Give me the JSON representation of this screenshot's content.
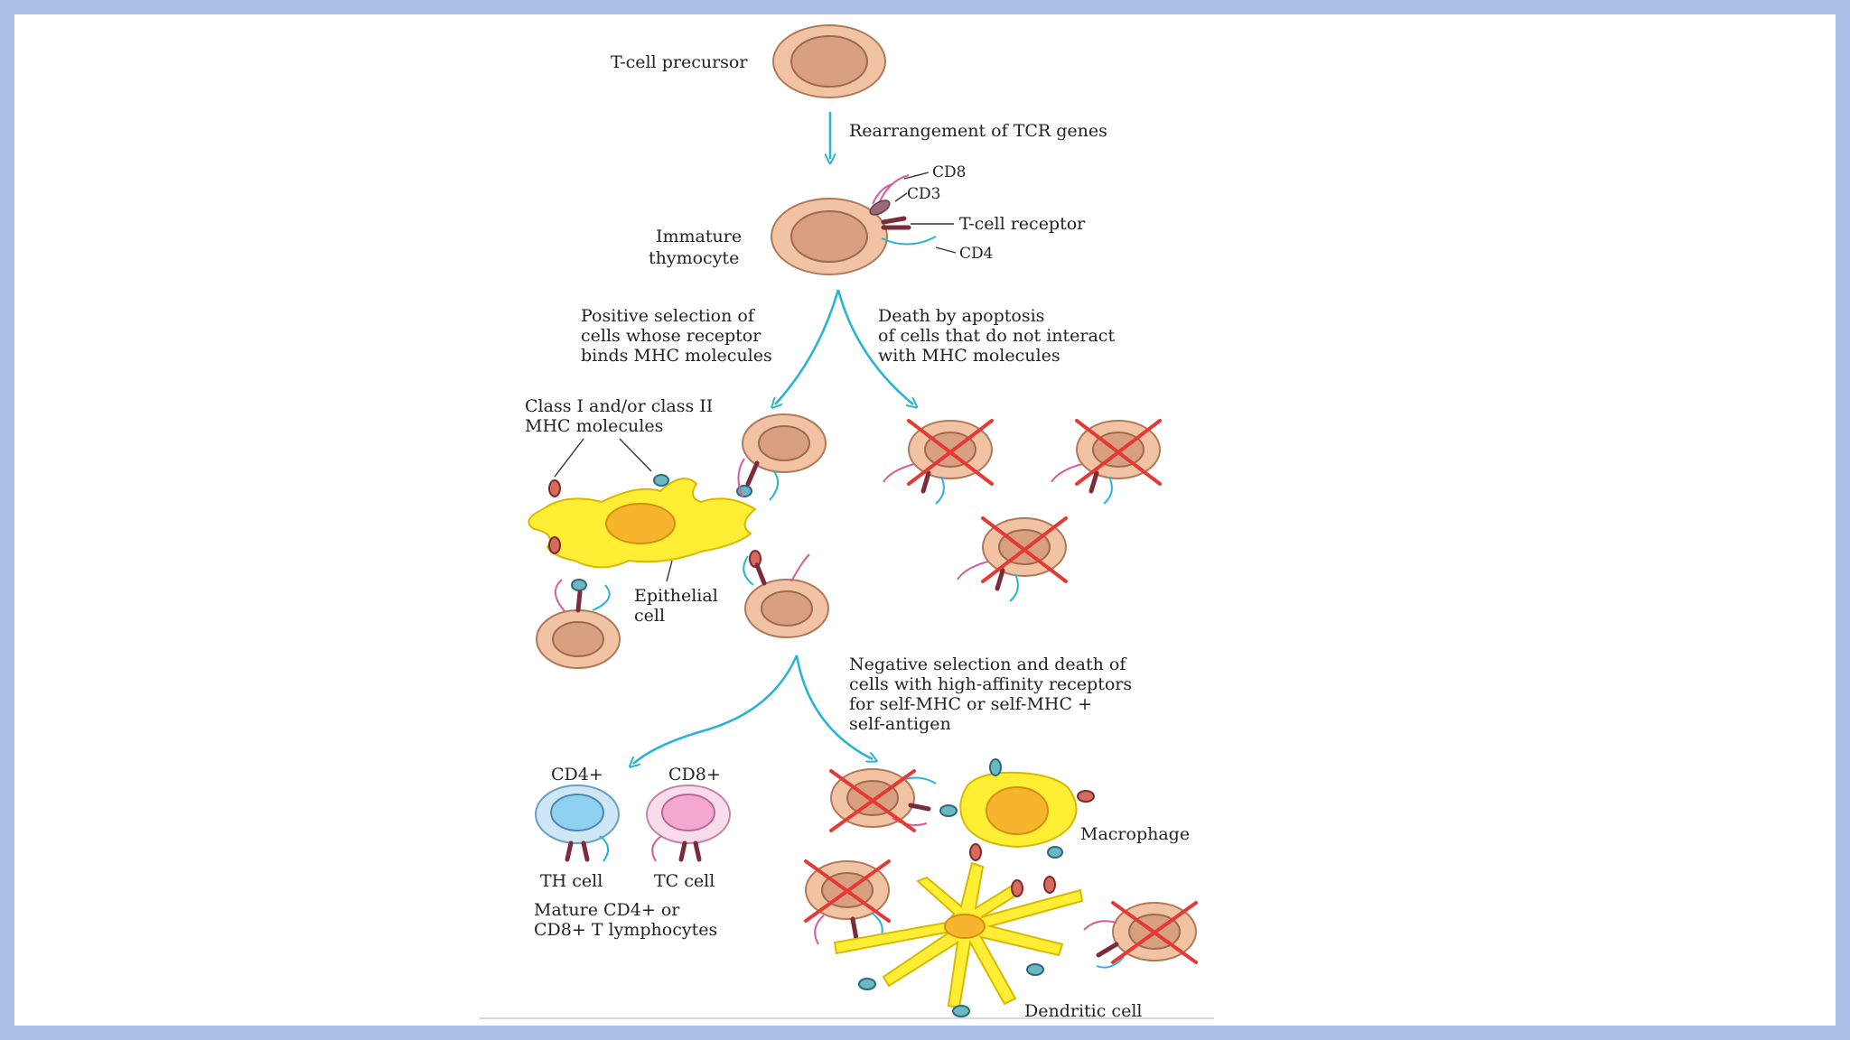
{
  "labels": {
    "precursor": "T-cell precursor",
    "rearrangement": "Rearrangement of TCR genes",
    "cd8": "CD8",
    "cd3": "CD3",
    "tcr": "T-cell receptor",
    "cd4": "CD4",
    "immature_1": "Immature",
    "immature_2": "thymocyte",
    "positive_1": "Positive selection of",
    "positive_2": "cells whose receptor",
    "positive_3": "binds MHC molecules",
    "death_1": "Death by apoptosis",
    "death_2": "of cells that do not interact",
    "death_3": "with MHC molecules",
    "mhc_1": "Class I and/or class II",
    "mhc_2": "MHC molecules",
    "epithelial_1": "Epithelial",
    "epithelial_2": "cell",
    "negative_1": "Negative selection and death of",
    "negative_2": "cells with high-affinity receptors",
    "negative_3": "for self-MHC or self-MHC +",
    "negative_4": "self-antigen",
    "cd4_plus": "CD4+",
    "cd8_plus": "CD8+",
    "th_cell": "TH cell",
    "tc_cell": "TC cell",
    "mature_1": "Mature CD4+ or",
    "mature_2": "CD8+ T lymphocytes",
    "macrophage": "Macrophage",
    "dendritic": "Dendritic cell"
  },
  "colors": {
    "arrow": "#2ab3d6",
    "cell": "#f2c3a3",
    "x_mark": "#e53935",
    "apc_yellow": "#ffee33",
    "cd4_blue": "#8ed0ef",
    "cd8_pink": "#f4a7cf",
    "frame": "#a9bfe6"
  }
}
